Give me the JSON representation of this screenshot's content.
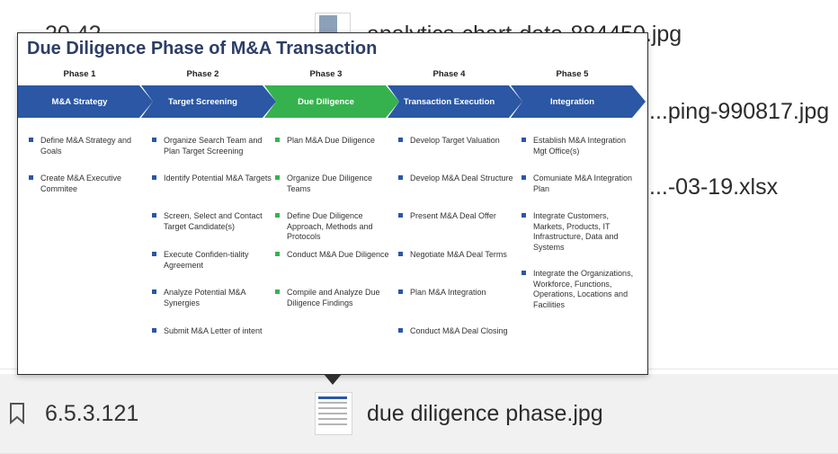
{
  "file_list": {
    "rows": [
      {
        "left_text": "20.42",
        "name": "analytics-chart-data-884450.jpg"
      },
      {
        "left_text": "",
        "name": "...ping-990817.jpg"
      },
      {
        "left_text": "",
        "name": "...-03-19.xlsx"
      },
      {
        "left_text": "",
        "name": ""
      },
      {
        "left_text": "",
        "name": ""
      },
      {
        "left_text": "6.5.3.121",
        "name": "due diligence phase.jpg"
      }
    ]
  },
  "preview": {
    "title": "Due Diligence Phase of M&A Transaction",
    "phases": [
      {
        "label": "Phase 1",
        "name": "M&A Strategy",
        "color": "#2b57a4",
        "tasks": [
          "Define M&A Strategy and Goals",
          "Create M&A Executive Commitee"
        ]
      },
      {
        "label": "Phase 2",
        "name": "Target Screening",
        "color": "#2b57a4",
        "tasks": [
          "Organize Search Team and Plan Target Screening",
          "Identify Potential M&A Targets",
          "Screen, Select and Contact Target Candidate(s)",
          "Execute Confiden-tiality Agreement",
          "Analyze Potential M&A Synergies",
          "Submit M&A Letter of intent"
        ]
      },
      {
        "label": "Phase 3",
        "name": "Due Diligence",
        "color": "#35b24e",
        "tasks": [
          "Plan M&A Due Diligence",
          "Organize Due Diligence Teams",
          "Define Due Diligence Approach, Methods and Protocols",
          "Conduct M&A Due Diligence",
          "Compile and Analyze Due Diligence Findings"
        ]
      },
      {
        "label": "Phase 4",
        "name": "Transaction Execution",
        "color": "#2b57a4",
        "tasks": [
          "Develop Target Valuation",
          "Develop M&A Deal Structure",
          "Present M&A Deal Offer",
          "Negotiate M&A Deal Terms",
          "Plan M&A Integration",
          "Conduct M&A Deal Closing"
        ]
      },
      {
        "label": "Phase 5",
        "name": "Integration",
        "color": "#2b57a4",
        "tasks": [
          "Establish M&A Integration Mgt Office(s)",
          "Comuniate M&A Integration Plan",
          "Integrate Customers, Markets, Products, IT Infrastructure, Data and Systems",
          "Integrate the Organizations, Workforce, Functions, Operations, Locations and Facilities"
        ]
      }
    ]
  },
  "icons": {
    "bookmark": "bookmark-icon",
    "thumbnail": "image-thumbnail-icon"
  }
}
